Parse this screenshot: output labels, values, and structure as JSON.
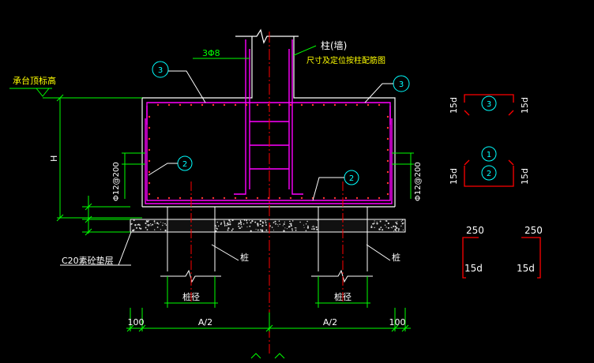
{
  "labels": {
    "column_wall": "柱(墙)",
    "column_note": "尺寸及定位按柱配筋图",
    "bar_top_spec": "3Φ8",
    "cap_top_elev": "承台顶标高",
    "height": "H",
    "side_bar_left": "Φ12@200",
    "side_bar_right": "Φ12@200",
    "cushion": "C20素砼垫层",
    "pile_left": "桩",
    "pile_right": "桩",
    "pile_dia_left": "桩径",
    "pile_dia_right": "桩径",
    "dim_left": "100",
    "dim_half_left": "A/2",
    "dim_half_right": "A/2",
    "dim_right": "100"
  },
  "markers": {
    "m1": "3",
    "m2": "3",
    "m3": "2",
    "m4": "2"
  },
  "details": {
    "bar3_num": "3",
    "bar3_left": "15d",
    "bar3_right": "15d",
    "bar1_num": "1",
    "bar2_num": "2",
    "bar12_left": "15d",
    "bar12_right": "15d",
    "hook_left_top": "250",
    "hook_left_side": "15d",
    "hook_right_top": "250",
    "hook_right_side": "15d"
  },
  "colors": {
    "background": "#000000",
    "outline": "#ffffff",
    "rebar": "#ff00ff",
    "dimension": "#00ff00",
    "annotation": "#00ffff",
    "label": "#ffff00",
    "axis": "#ff0000",
    "detail_bar": "#ff0000",
    "hatch": "#ffffff"
  }
}
